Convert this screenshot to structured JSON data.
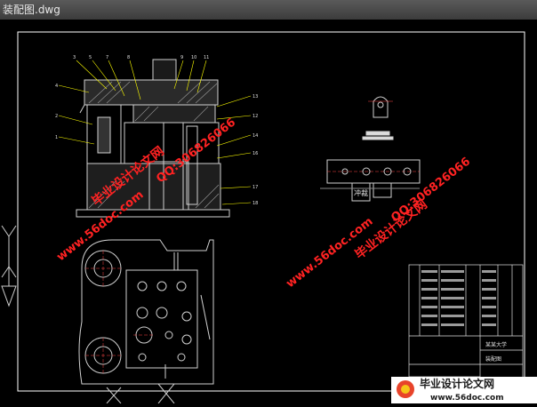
{
  "window": {
    "title": "装配图.dwg"
  },
  "colors": {
    "frame": "#ffffff",
    "geometry": "#d0d0d0",
    "leader": "#ffff00",
    "watermark": "#ff2222",
    "hatch": "#bbbbbb"
  },
  "callouts_top": [
    "3",
    "5",
    "7",
    "8",
    "9",
    "10",
    "11"
  ],
  "callouts_left": [
    "4",
    "2",
    "1"
  ],
  "callouts_right": [
    "13",
    "12",
    "14",
    "16",
    "17",
    "18"
  ],
  "watermarks": {
    "phone_left": "QQ:306826066",
    "site_left": "毕业设计论文网",
    "url_left": "www.56doc.com",
    "phone_right": "QQ:306826066",
    "site_right": "毕业设计论文网",
    "url_right": "www.56doc.com"
  },
  "logo": {
    "text": "毕业设计论文网",
    "url": "www.56doc.com"
  },
  "strip_label": "冲裁",
  "title_block": {
    "school": "某某大学",
    "drawing": "装配图"
  }
}
